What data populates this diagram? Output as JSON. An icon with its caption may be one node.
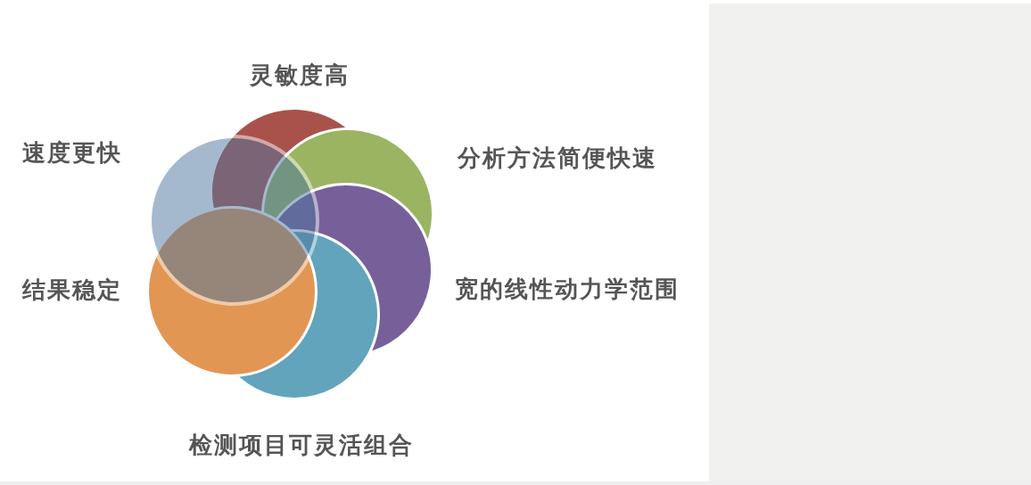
{
  "diagram": {
    "nodes": [
      {
        "text": [],
        "shape": "circle",
        "beside": [
          "灵敏度高"
        ]
      },
      {
        "text": [],
        "shape": "circle",
        "beside": [
          "分析方法简便快速"
        ]
      },
      {
        "text": [],
        "shape": "circle",
        "beside": [
          "宽的线性动力学范围"
        ]
      },
      {
        "text": [],
        "shape": "circle",
        "beside": [
          "检测项目可灵活组合"
        ]
      },
      {
        "text": [],
        "shape": "circle",
        "beside": [
          "结果稳定"
        ]
      },
      {
        "text": [],
        "shape": "circle",
        "beside": [
          "速度更快"
        ]
      }
    ]
  }
}
